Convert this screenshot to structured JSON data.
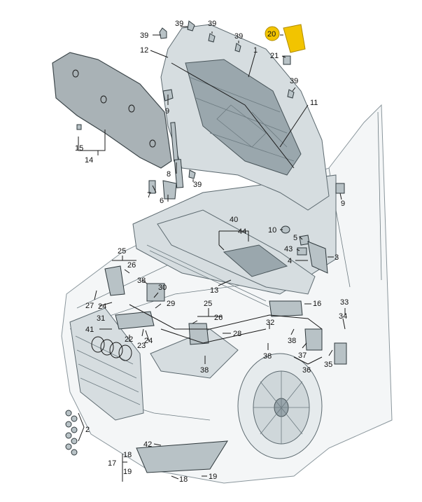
{
  "colors": {
    "highlight": "#f2c400",
    "line": "#1a1a1a",
    "body": "#f4f6f7",
    "panel": "#d6dde0"
  },
  "labels": {
    "l1": "1",
    "l2": "2",
    "l3": "3",
    "l4": "4",
    "l5": "5",
    "l6": "6",
    "l7": "7",
    "l8": "8",
    "l9a": "9",
    "l9b": "9",
    "l10": "10",
    "l11": "11",
    "l12": "12",
    "l13": "13",
    "l14": "14",
    "l15": "15",
    "l16": "16",
    "l17": "17",
    "l18a": "18",
    "l18b": "18",
    "l19": "19",
    "l20": "20",
    "l21": "21",
    "l22": "22",
    "l23": "23",
    "l24a": "24",
    "l24b": "24",
    "l25a": "25",
    "l25b": "25",
    "l26a": "26",
    "l26b": "26",
    "l27": "27",
    "l28": "28",
    "l29": "29",
    "l30": "30",
    "l31": "31",
    "l32": "32",
    "l33": "33",
    "l34": "34",
    "l35": "35",
    "l36": "36",
    "l37": "37",
    "l38a": "38",
    "l38b": "38",
    "l38c": "38",
    "l39a": "39",
    "l39b": "39",
    "l39c": "39",
    "l39d": "39",
    "l39e": "39",
    "l40": "40",
    "l41": "41",
    "l42": "42",
    "l43": "43",
    "l44": "44"
  }
}
